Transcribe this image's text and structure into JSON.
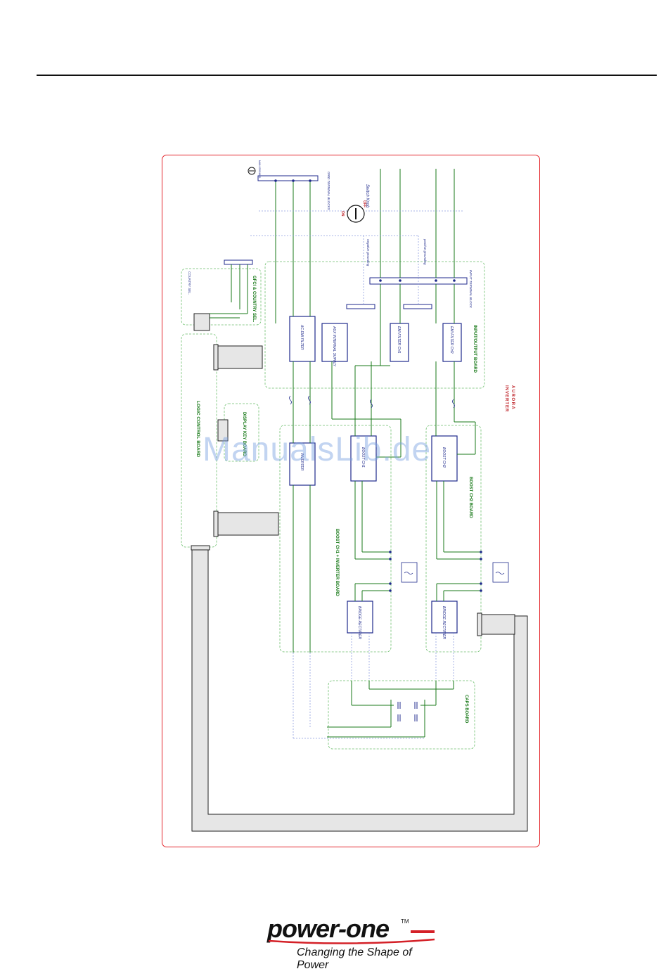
{
  "diagram": {
    "boards": {
      "inout": "INPUT/OUTPUT BOARD",
      "boost_ch2": "BOOST CH2 BOARD",
      "boost_ch1": "BOOST CH1 + INVERTER BOARD",
      "caps": "CAPS BOARD",
      "logic": "LOGIC CONTROL BOARD",
      "display": "DISPLAY KEY BOARD",
      "gfci": "GFCI & COUNTRY SEL."
    },
    "blocks": {
      "ac_emi": "AC EMI FILTER",
      "aux_supply": "AUX INTERNAL SUPPLY",
      "emi_ch1": "EMI FILTER CH1",
      "emi_ch2": "EMI FILTER CH2",
      "inverter": "INVERTER",
      "boost_ch1": "BOOST CH1",
      "boost_ch2": "BOOST CH2",
      "bridge1": "BRIDGE RECTIFIER",
      "bridge2": "BRIDGE RECTIFIER"
    },
    "labels": {
      "grid_terminal": "GRID TERMINAL BLOCKS",
      "input_terminal": "INPUT TERMINAL BLOCK",
      "switch_knob": "Switch Knob",
      "off": "OFF",
      "on": "ON",
      "negative_grounding": "negative grounding",
      "positive_grounding": "positive grounding",
      "country_sel": "COUNTRY SEL.",
      "aurora": "AURORA",
      "inverter_title": "INVERTER",
      "earth": "MAIN GROUND"
    },
    "watermark": "ManualsLib.de"
  },
  "logo": {
    "word": "power-one",
    "tm": "TM",
    "tagline": "Changing the Shape of Power",
    "accent": "#d42027"
  },
  "colors": {
    "frame": "#e4262c",
    "wire": "#1a7a1a",
    "block": "#1f2a8c",
    "board_outline": "#6cbf6c",
    "text_green": "#1a7a1a",
    "text_red": "#c0272d",
    "dashed": "#8f9ee0"
  }
}
